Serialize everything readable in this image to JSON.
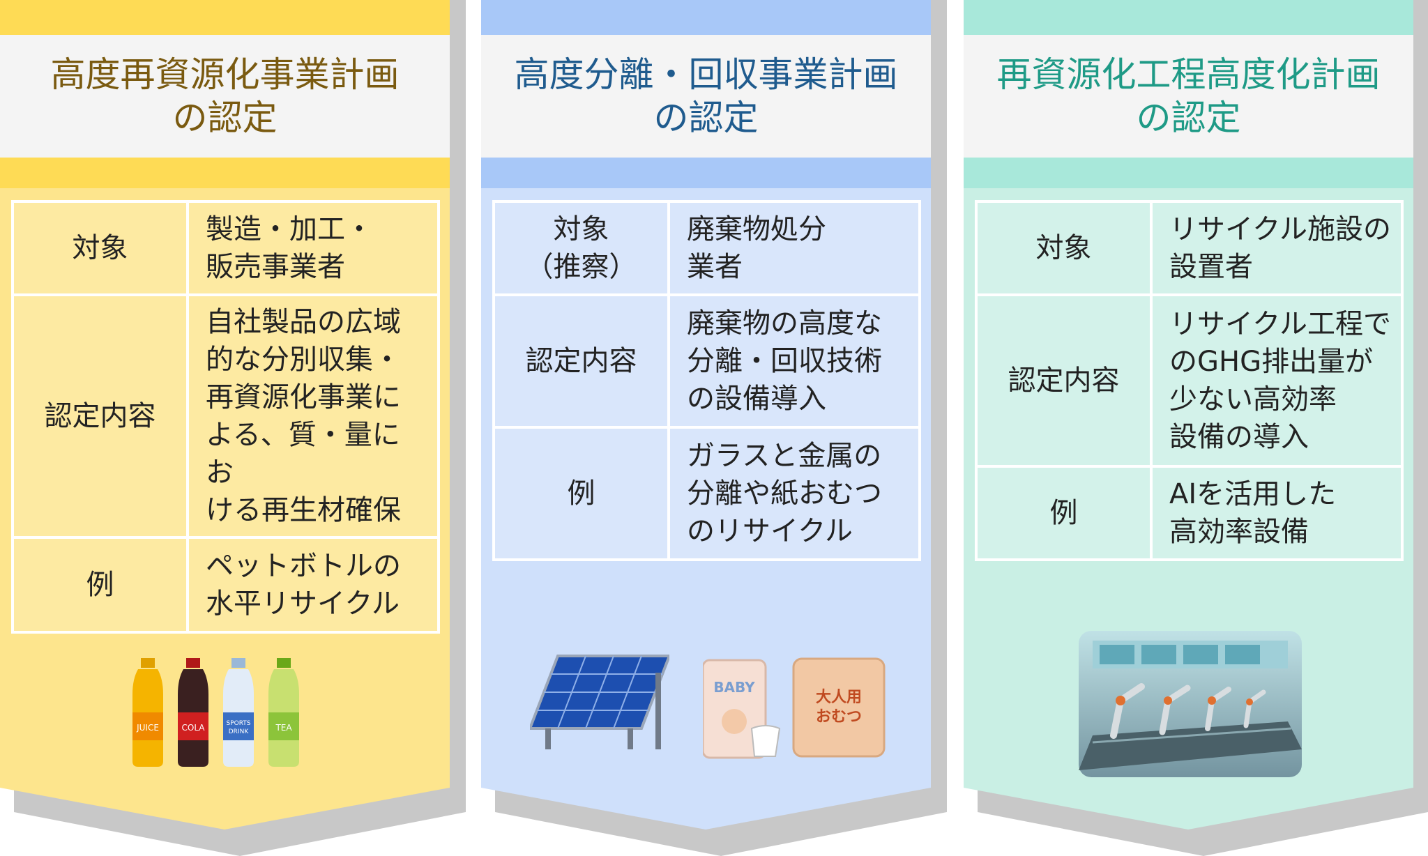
{
  "colors": {
    "panel1_bg": "#fde58d",
    "panel1_band": "#fedb55",
    "panel1_title": "#7a5a10",
    "panel2_bg": "#cfe0fb",
    "panel2_band": "#a8c8f8",
    "panel2_title": "#1f5b8e",
    "panel3_bg": "#c9efe4",
    "panel3_band": "#a8e8da",
    "panel3_title": "#1e9a86",
    "shadow": "#c8c8c8"
  },
  "panels": [
    {
      "title": [
        "高度再資源化事業計画",
        "の認定"
      ],
      "rows": [
        {
          "key": [
            "対象"
          ],
          "value": [
            "製造・加工・",
            "販売事業者"
          ]
        },
        {
          "key": [
            "認定内容"
          ],
          "value": [
            "自社製品の広域",
            "的な分別収集・",
            "再資源化事業に",
            "よる、質・量にお",
            "ける再生材確保"
          ]
        },
        {
          "key": [
            "例"
          ],
          "value": [
            "ペットボトルの",
            "水平リサイクル"
          ]
        }
      ],
      "bottle_labels": [
        "JUICE",
        "COLA",
        "SPORTS",
        "DRINK",
        "TEA"
      ],
      "illustration": "pet-bottles-illustration"
    },
    {
      "title": [
        "高度分離・回収事業計画",
        "の認定"
      ],
      "rows": [
        {
          "key": [
            "対象",
            "（推察）"
          ],
          "value": [
            "廃棄物処分",
            "業者"
          ]
        },
        {
          "key": [
            "認定内容"
          ],
          "value": [
            "廃棄物の高度な",
            "分離・回収技術",
            "の設備導入"
          ]
        },
        {
          "key": [
            "例"
          ],
          "value": [
            "ガラスと金属の",
            "分離や紙おむつ",
            "のリサイクル"
          ]
        }
      ],
      "pack_labels": [
        "BABY",
        "大人用",
        "おむつ"
      ],
      "illustration": "solar-panel-and-diapers-illustration"
    },
    {
      "title": [
        "再資源化工程高度化計画",
        "の認定"
      ],
      "rows": [
        {
          "key": [
            "対象"
          ],
          "value": [
            "リサイクル施設の",
            "設置者"
          ]
        },
        {
          "key": [
            "認定内容"
          ],
          "value": [
            "リサイクル工程で",
            "のGHG排出量が",
            "少ない高効率",
            "設備の導入"
          ]
        },
        {
          "key": [
            "例"
          ],
          "value": [
            "AIを活用した",
            "高効率設備"
          ]
        }
      ],
      "illustration": "factory-robot-arms-illustration"
    }
  ]
}
